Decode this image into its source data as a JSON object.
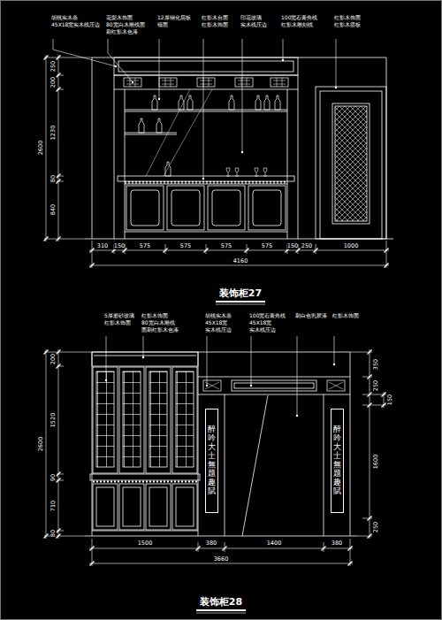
{
  "diagram": {
    "nodes": [
      {
        "text": [
          "醉吟大士無题趣賦"
        ]
      },
      {
        "text": [
          "醉吟大士無题趣賦"
        ]
      }
    ],
    "labels": [
      "胡桃实木条",
      "45X18宽实木线压边",
      "花梨木饰面",
      "80宽白木雕线面",
      "刷红影木色漆",
      "12厚钢化层板",
      "镜面",
      "红影木台面",
      "红影木饰面",
      "印花玻璃",
      "实木线压边",
      "100宽石膏角线",
      "红影木雕刻线",
      "红影木饰面",
      "红影木搭板",
      "250",
      "200",
      "1230",
      "80",
      "840",
      "2600",
      "310",
      "150",
      "575",
      "575",
      "575",
      "575",
      "150",
      "250",
      "1000",
      "4160",
      "装饰柜27",
      "5厚磨砂玻璃",
      "红影木饰面",
      "红影木饰面",
      "80宽白木雕线",
      "面刷红影木色漆",
      "胡桃实木条",
      "45X18宽",
      "实木线压边",
      "100宽石膏角线",
      "45X18宽",
      "实木线压边",
      "刷白色乳胶漆",
      "红影木饰面",
      "200",
      "1520",
      "90",
      "710",
      "80",
      "2600",
      "350",
      "250",
      "150",
      "1600",
      "250",
      "1500",
      "380",
      "1400",
      "380",
      "3660",
      "装饰柜28"
    ]
  }
}
